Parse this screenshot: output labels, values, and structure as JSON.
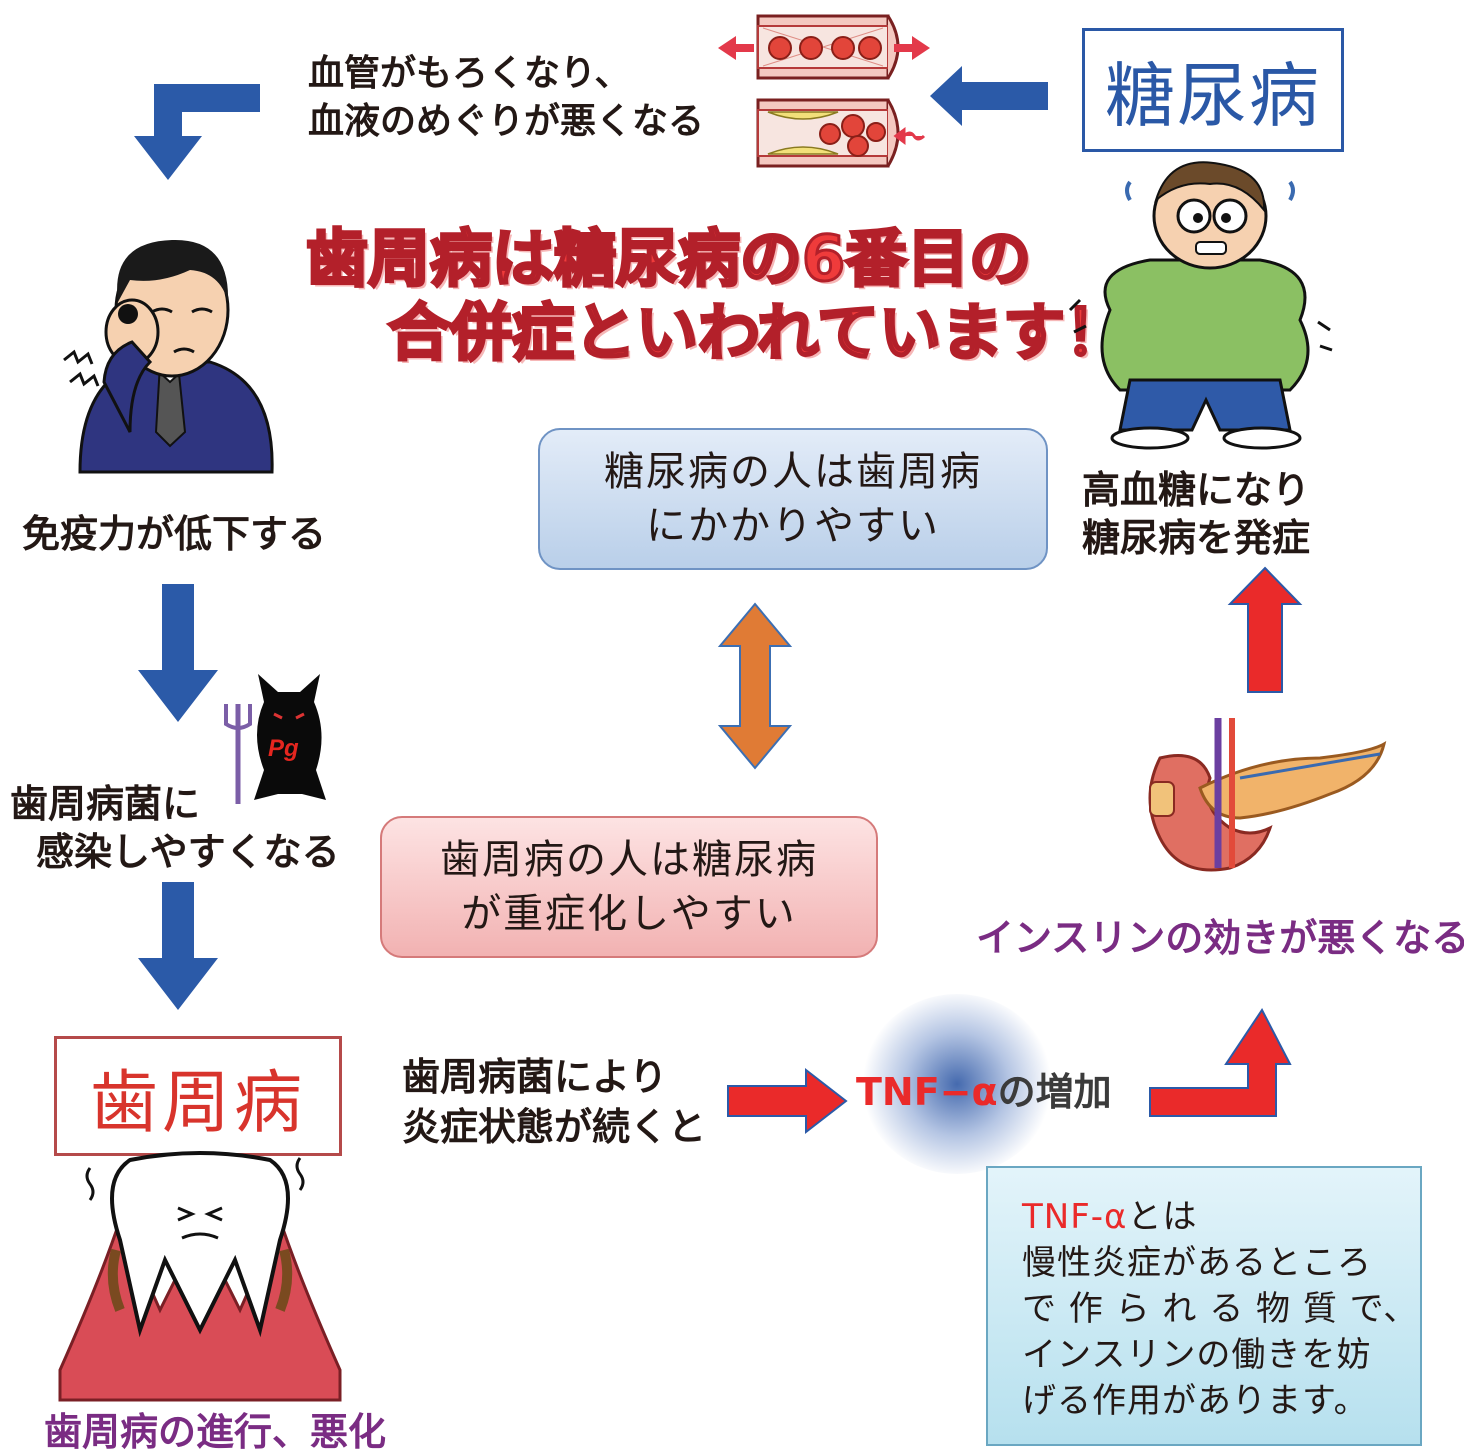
{
  "blood_vessel_text": [
    "血管がもろくなり、",
    "血液のめぐりが悪くなる"
  ],
  "diabetes_title": "糖尿病",
  "headline": [
    "歯周病は糖尿病の6番目の",
    "合併症といわれています！"
  ],
  "immunity_text": "免疫力が低下する",
  "bacteria_text": [
    "歯周病菌に",
    "感染しやすくなる"
  ],
  "bacteria_label": "Pg",
  "periodontal_title": "歯周病",
  "progression_text": "歯周病の進行、悪化",
  "blue_box": [
    "糖尿病の人は歯周病",
    "にかかりやすい"
  ],
  "pink_box": [
    "歯周病の人は糖尿病",
    "が重症化しやすい"
  ],
  "hyperglycemia_text": [
    "高血糖になり",
    "糖尿病を発症"
  ],
  "insulin_text": "インスリンの効きが悪くなる",
  "inflammation_text": [
    "歯周病菌により",
    "炎症状態が続くと"
  ],
  "tnf_label": "TNF−α",
  "tnf_suffix": "の増加",
  "info_box": {
    "title_red": "TNF-α",
    "title_rest": "とは",
    "lines": [
      "慢性炎症があるところ",
      "で 作 ら れ る 物 質 で、",
      "インスリンの働きを妨",
      "げる作用があります。"
    ]
  },
  "colors": {
    "blue_arrow": "#2b5aa8",
    "red_arrow": "#ea2a2a",
    "orange_arrow": "#e07b35",
    "title_blue": "#2a58a6",
    "title_red": "#d8342c",
    "purple_text": "#7a2c83",
    "headline_red": "#ef3b3b"
  },
  "icons": [
    "blood-vessel-icon",
    "worried-man-icon",
    "toothache-man-icon",
    "devil-bacteria-icon",
    "sick-tooth-icon",
    "pancreas-icon"
  ]
}
